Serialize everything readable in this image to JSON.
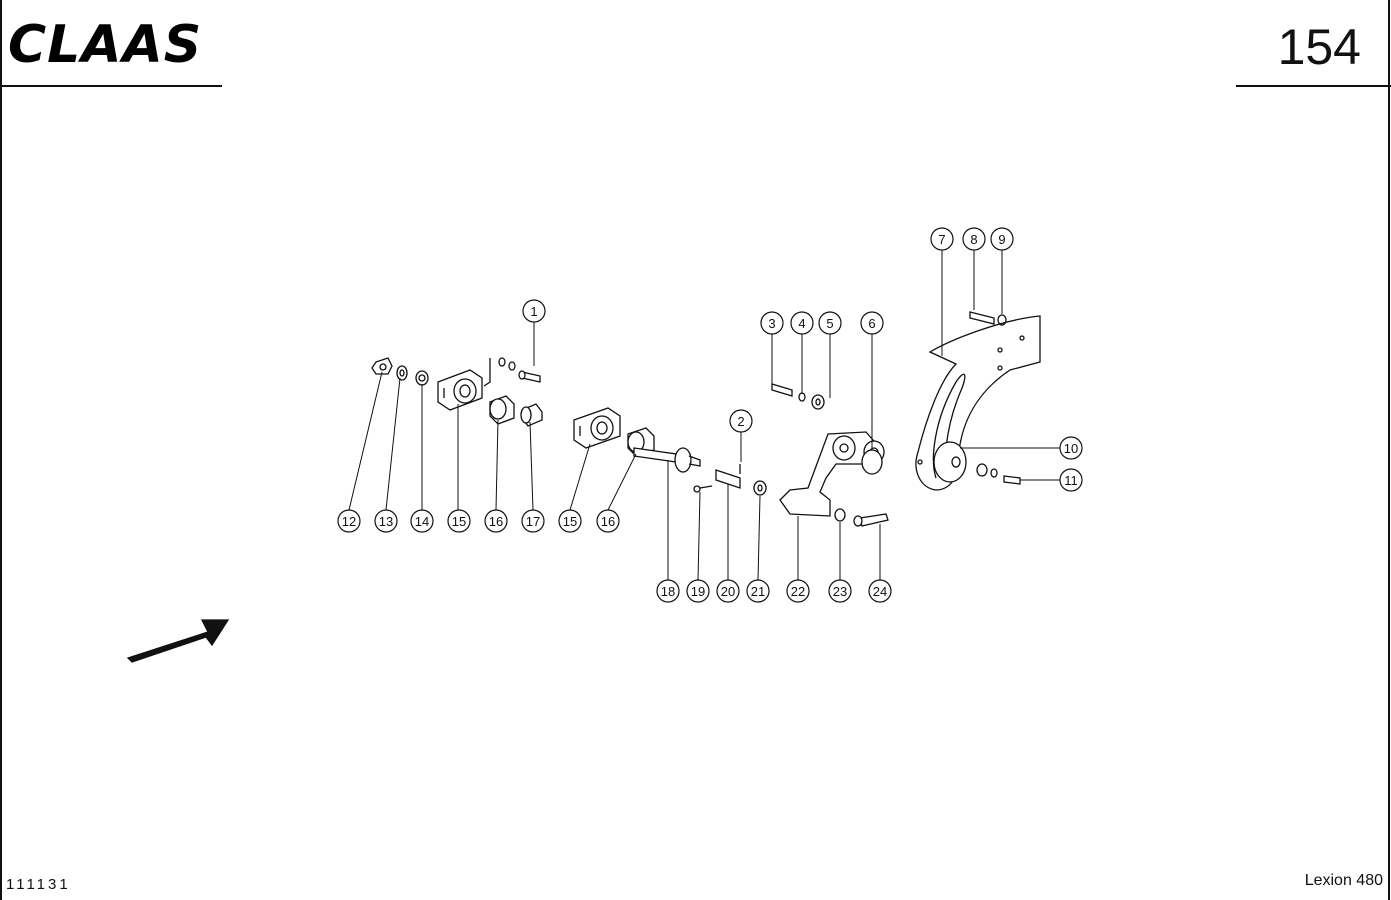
{
  "header": {
    "brand": "CLAAS",
    "page_number": "154"
  },
  "footer": {
    "doc_code": "111131",
    "model": "Lexion 480"
  },
  "callouts": [
    "1",
    "2",
    "3",
    "4",
    "5",
    "6",
    "7",
    "8",
    "9",
    "10",
    "11",
    "12",
    "13",
    "14",
    "15",
    "16",
    "17",
    "15",
    "16",
    "18",
    "19",
    "20",
    "21",
    "22",
    "23",
    "24"
  ],
  "colors": {
    "ink": "#111111",
    "paper": "#ffffff"
  }
}
